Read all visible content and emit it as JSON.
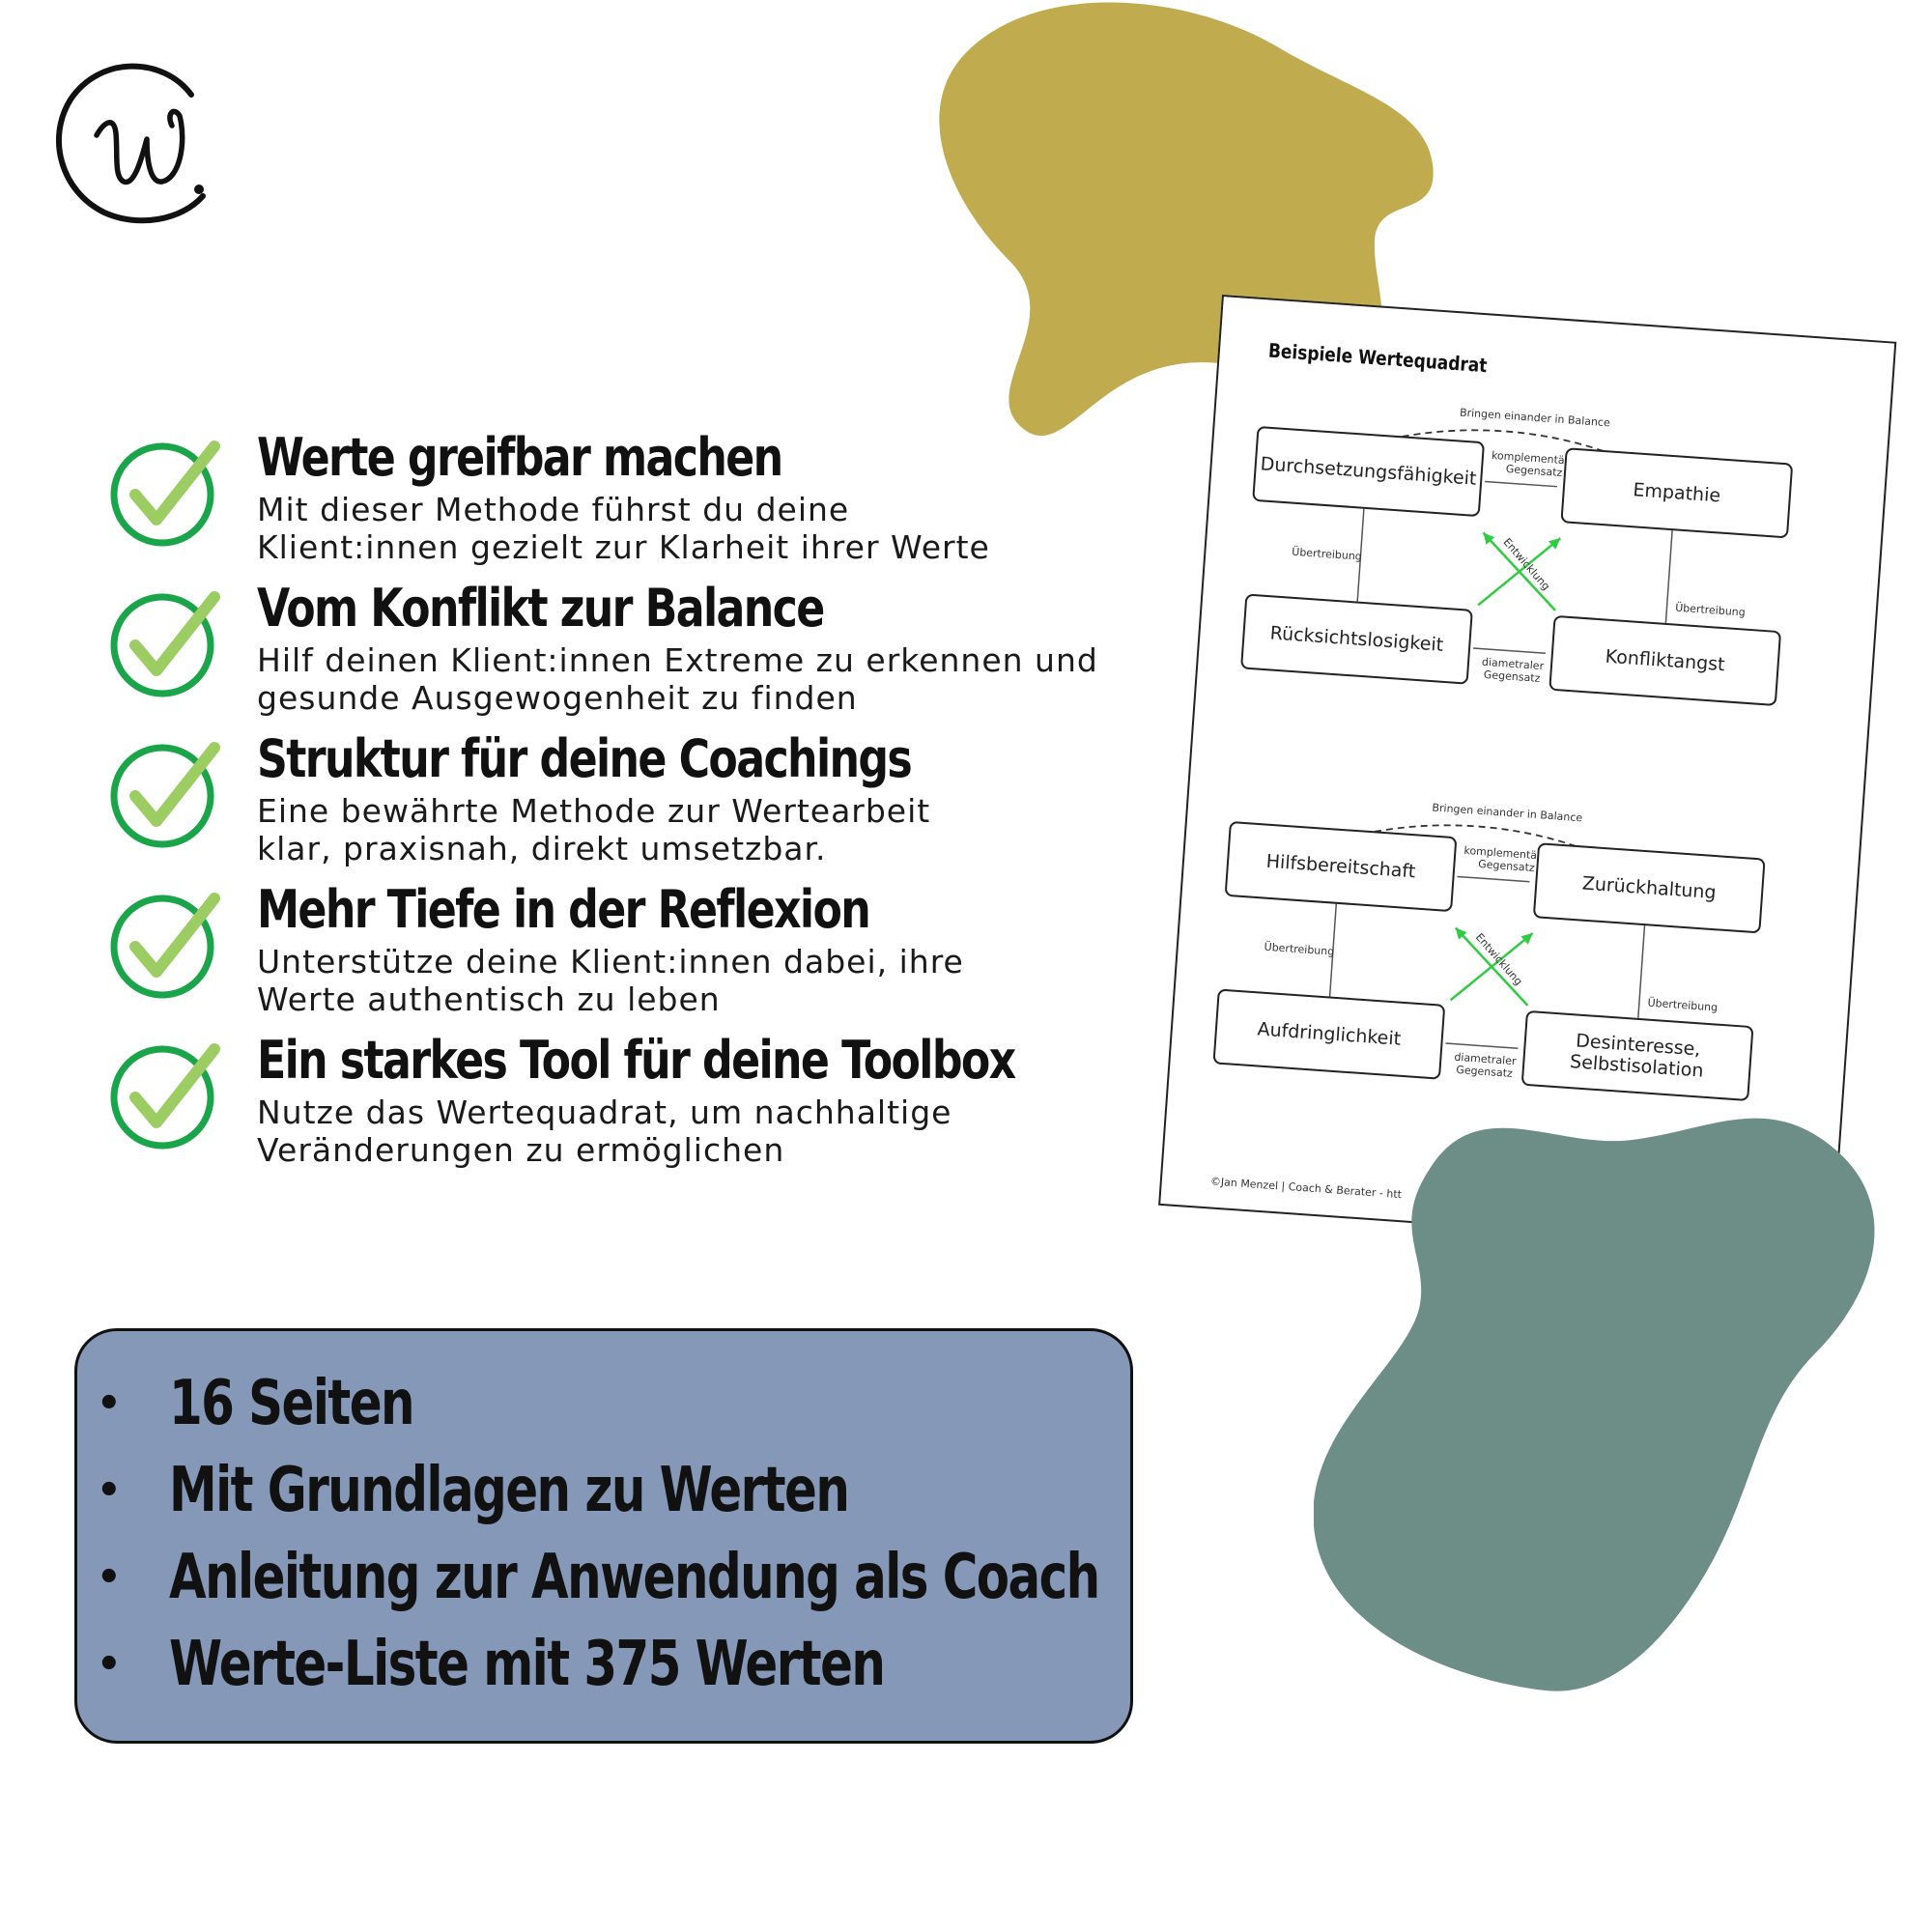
{
  "colors": {
    "olive_blob": "#c0ab4e",
    "teal_blob": "#6c8e86",
    "info_box": "#8598b8",
    "check_green": "#1aa54a",
    "check_light": "#9ccd62",
    "arrow_green": "#2ecc40"
  },
  "logo": {
    "icon": "w-signature-logo-icon"
  },
  "benefits": [
    {
      "icon": "check-circle-icon",
      "title": "Werte greifbar machen",
      "desc": "Mit dieser Methode führst du deine\nKlient:innen gezielt zur Klarheit ihrer Werte"
    },
    {
      "icon": "check-circle-icon",
      "title": "Vom Konflikt zur Balance",
      "desc": "Hilf deinen Klient:innen Extreme zu erkennen und\ngesunde Ausgewogenheit zu finden"
    },
    {
      "icon": "check-circle-icon",
      "title": "Struktur für deine Coachings",
      "desc": "Eine bewährte Methode zur Wertearbeit\nklar, praxisnah, direkt umsetzbar."
    },
    {
      "icon": "check-circle-icon",
      "title": "Mehr Tiefe in der Reflexion",
      "desc": "Unterstütze deine Klient:innen dabei, ihre\nWerte authentisch zu leben"
    },
    {
      "icon": "check-circle-icon",
      "title": "Ein starkes Tool für deine Toolbox",
      "desc": "Nutze das Wertequadrat, um nachhaltige\nVeränderungen zu ermöglichen"
    }
  ],
  "info": {
    "bullet": "•",
    "items": [
      "16 Seiten",
      "Mit Grundlagen zu Werten",
      "Anleitung zur Anwendung als Coach",
      "Werte-Liste mit 375 Werten"
    ]
  },
  "document": {
    "title": "Beispiele Wertequadrat",
    "footer": "©Jan Menzel | Coach & Berater - htt",
    "labels": {
      "balance": "Bringen einander in Balance",
      "complementary": "komplementärer\nGegensatz",
      "diametrical": "diametraler\nGegensatz",
      "diametrical_cut": "diametraler\nGegensatz",
      "exaggeration": "Übertreibung",
      "development": "Entwicklung"
    },
    "quadrants": [
      {
        "top_left": "Durchsetzungsfähigkeit",
        "top_right": "Empathie",
        "bottom_left": "Rücksichtslosigkeit",
        "bottom_right": "Konfliktangst"
      },
      {
        "top_left": "Hilfsbereitschaft",
        "top_right": "Zurückhaltung",
        "bottom_left": "Aufdringlichkeit",
        "bottom_right": "Desinteresse, Selbstisolation"
      }
    ]
  }
}
